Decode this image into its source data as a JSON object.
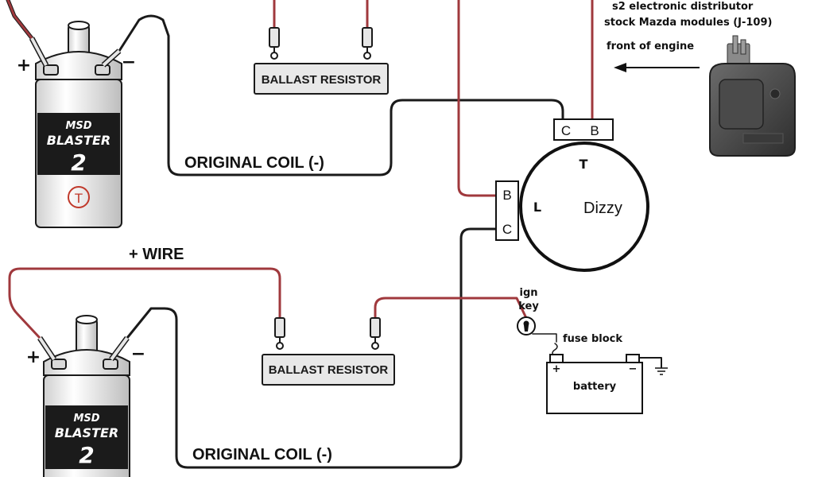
{
  "colors": {
    "power_wire": "#a0393d",
    "ground_wire": "#1a1a1a",
    "coil_label": "#c0392b",
    "component_fill": "#e8e8e8"
  },
  "top": {
    "module_line1": "s2 electronic distributor",
    "module_line2": "stock Mazda modules (J-109)",
    "front_of_engine": "front of engine",
    "ballast_resistor": "BALLAST RESISTOR",
    "original_coil": "ORIGINAL COIL (-)",
    "coil": {
      "plus": "+",
      "minus": "−",
      "brand_line1": "MSD",
      "brand_line2": "BLASTER",
      "brand_line3": "2",
      "terminal_label": "T"
    }
  },
  "distributor": {
    "center_label": "Dizzy",
    "t_label": "T",
    "l_label": "L",
    "top_block": [
      "C",
      "B"
    ],
    "side_block": [
      "B",
      "C"
    ]
  },
  "bottom": {
    "plus_wire": "+ WIRE",
    "ballast_resistor": "BALLAST RESISTOR",
    "original_coil": "ORIGINAL COIL (-)",
    "ign_key_line1": "ign",
    "ign_key_line2": "key",
    "fuse_block": "fuse block",
    "battery": "battery",
    "battery_plus": "+",
    "battery_minus": "−",
    "coil": {
      "plus": "+",
      "minus": "−",
      "brand_line1": "MSD",
      "brand_line2": "BLASTER",
      "brand_line3": "2"
    }
  }
}
